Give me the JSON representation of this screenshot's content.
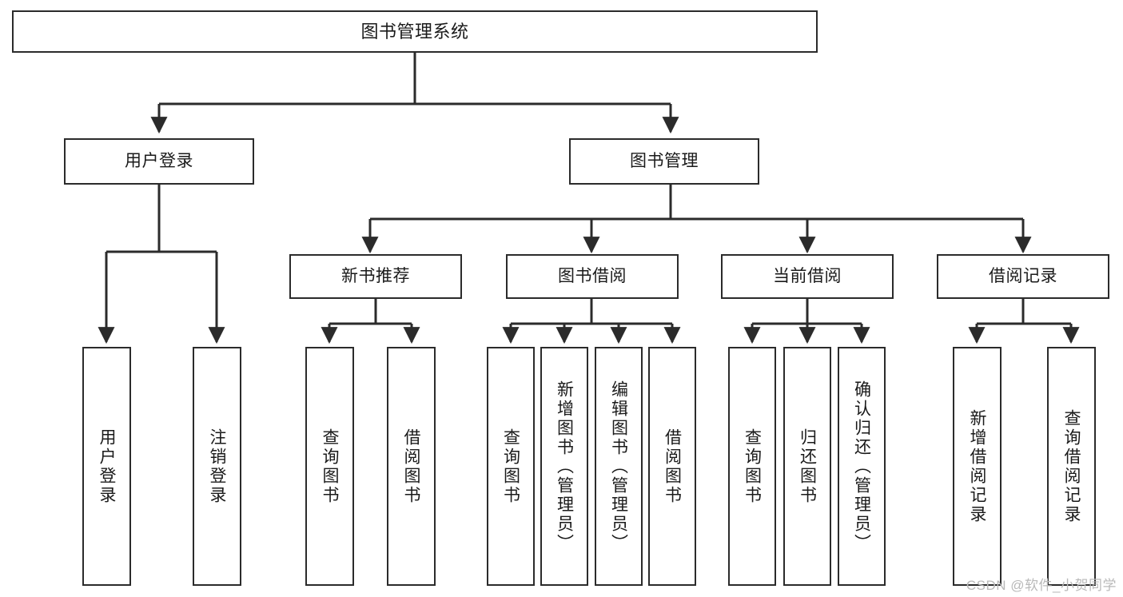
{
  "diagram": {
    "title": "图书管理系统",
    "root": {
      "id": "root",
      "label": "图书管理系统"
    },
    "level2": [
      {
        "id": "login",
        "label": "用户登录"
      },
      {
        "id": "bookmgmt",
        "label": "图书管理"
      }
    ],
    "level3": [
      {
        "id": "newbook",
        "label": "新书推荐"
      },
      {
        "id": "borrow",
        "label": "图书借阅"
      },
      {
        "id": "current",
        "label": "当前借阅"
      },
      {
        "id": "record",
        "label": "借阅记录"
      }
    ],
    "leaves": [
      {
        "id": "leaf-1",
        "label": "用户登录",
        "parent": "login"
      },
      {
        "id": "leaf-2",
        "label": "注销登录",
        "parent": "login"
      },
      {
        "id": "leaf-3",
        "label": "查询图书",
        "parent": "newbook"
      },
      {
        "id": "leaf-4",
        "label": "借阅图书",
        "parent": "newbook"
      },
      {
        "id": "leaf-5",
        "label": "查询图书",
        "parent": "borrow"
      },
      {
        "id": "leaf-6",
        "label": "新增图书（管理员）",
        "parent": "borrow"
      },
      {
        "id": "leaf-7",
        "label": "编辑图书（管理员）",
        "parent": "borrow"
      },
      {
        "id": "leaf-8",
        "label": "借阅图书",
        "parent": "borrow"
      },
      {
        "id": "leaf-9",
        "label": "查询图书",
        "parent": "current"
      },
      {
        "id": "leaf-10",
        "label": "归还图书",
        "parent": "current"
      },
      {
        "id": "leaf-11",
        "label": "确认归还（管理员）",
        "parent": "current"
      },
      {
        "id": "leaf-12",
        "label": "新增借阅记录",
        "parent": "record"
      },
      {
        "id": "leaf-13",
        "label": "查询借阅记录",
        "parent": "record"
      }
    ]
  },
  "watermark": {
    "text": "CSDN @软件_小贺同学"
  },
  "colors": {
    "stroke": "#2b2b2b",
    "background": "#ffffff",
    "text": "#1a1a1a",
    "watermark": "#b9b9b9"
  }
}
